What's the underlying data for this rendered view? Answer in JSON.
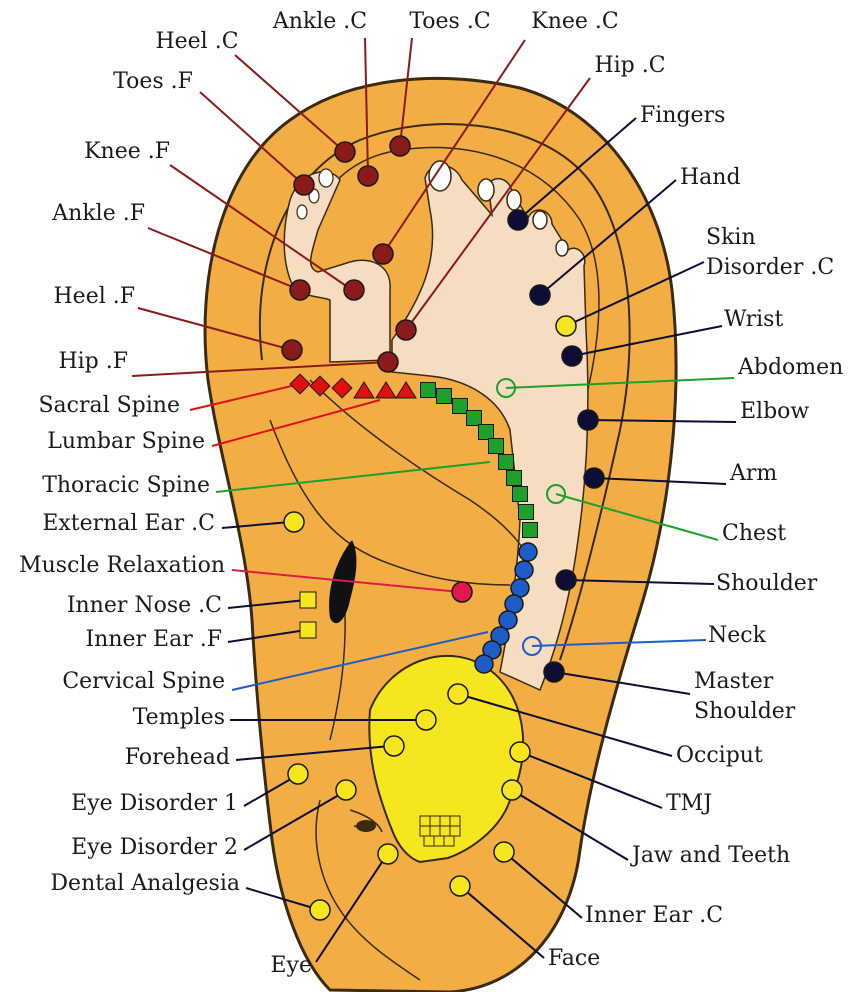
{
  "colors": {
    "ear": "#F2AE45",
    "ear_outline": "#3a2a10",
    "body_part": "#F6DCC0",
    "dark_red": "#8B1A1A",
    "red": "#E01010",
    "green": "#1FA02A",
    "blue": "#1E5CC8",
    "navy": "#0d0d35",
    "yellow": "#F5E620",
    "pink": "#E0184C",
    "black": "#111111"
  },
  "labels": {
    "heel_c": "Heel .C",
    "ankle_c": "Ankle .C",
    "toes_c": "Toes .C",
    "knee_c": "Knee .C",
    "hip_c": "Hip .C",
    "toes_f": "Toes .F",
    "knee_f": "Knee .F",
    "ankle_f": "Ankle .F",
    "heel_f": "Heel .F",
    "hip_f": "Hip .F",
    "sacral_spine": "Sacral Spine",
    "lumbar_spine": "Lumbar Spine",
    "thoracic_spine": "Thoracic Spine",
    "external_ear_c": "External Ear .C",
    "muscle_relaxation": "Muscle Relaxation",
    "inner_nose_c": "Inner Nose .C",
    "inner_ear_f": "Inner Ear .F",
    "cervical_spine": "Cervical Spine",
    "temples": "Temples",
    "forehead": "Forehead",
    "eye_disorder_1": "Eye Disorder 1",
    "eye_disorder_2": "Eye Disorder 2",
    "dental_analgesia": "Dental Analgesia",
    "eye": "Eye",
    "fingers": "Fingers",
    "hand": "Hand",
    "skin_disorder_1": "Skin",
    "skin_disorder_2": "Disorder .C",
    "wrist": "Wrist",
    "abdomen": "Abdomen",
    "elbow": "Elbow",
    "arm": "Arm",
    "chest": "Chest",
    "shoulder": "Shoulder",
    "neck": "Neck",
    "master_shoulder_1": "Master",
    "master_shoulder_2": "Shoulder",
    "occiput": "Occiput",
    "tmj": "TMJ",
    "jaw_and_teeth": "Jaw and Teeth",
    "inner_ear_c": "Inner Ear .C",
    "face": "Face"
  }
}
